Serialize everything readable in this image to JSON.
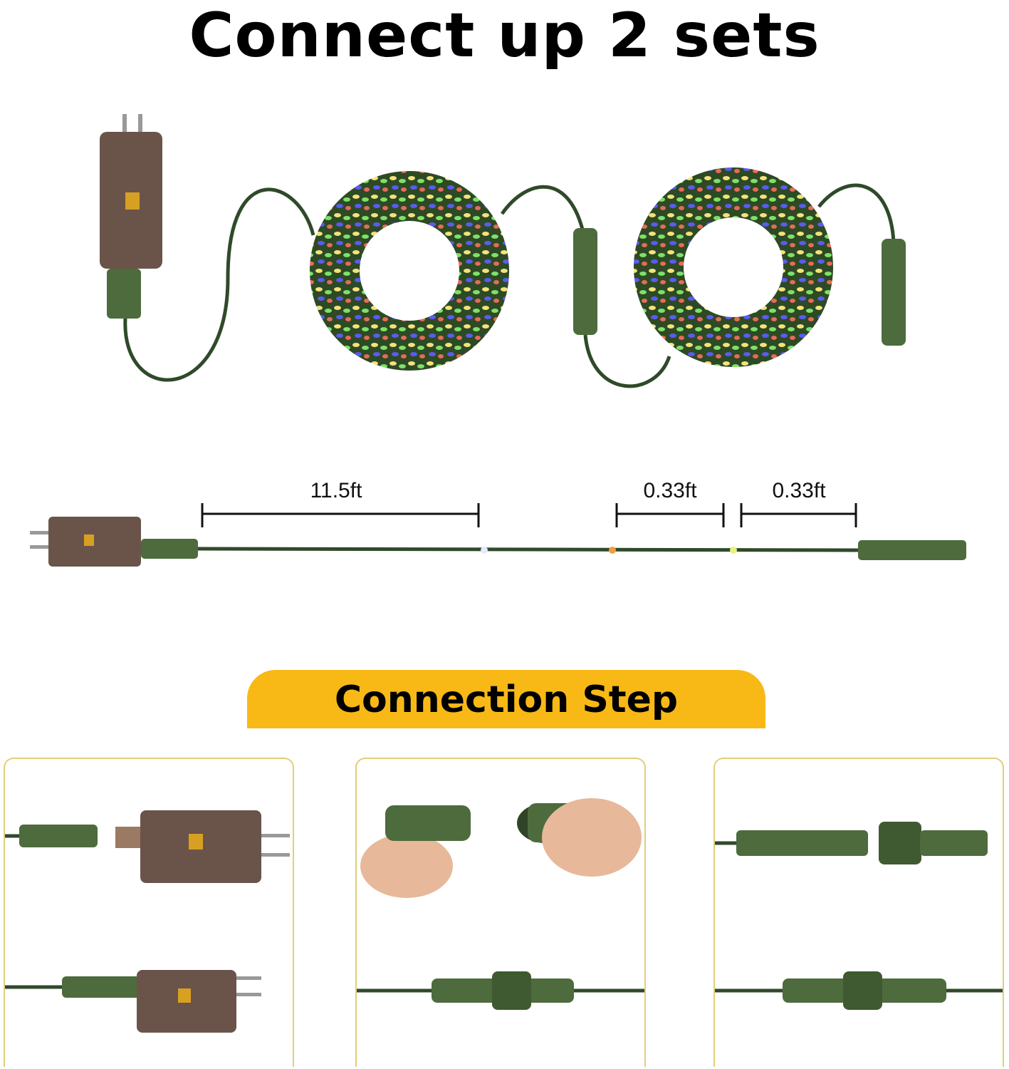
{
  "title": "Connect up 2 sets",
  "dimensions": {
    "lead_wire": "11.5ft",
    "tail_a": "0.33ft",
    "tail_b": "0.33ft"
  },
  "banner": "Connection Step",
  "colors": {
    "banner": "#f8b816",
    "wire": "#2f4a2a",
    "connector": "#4d6b3c",
    "adapter": "#6a544a",
    "panel_border": "#e0cf7a"
  },
  "steps": [
    {
      "name": "plug-adapter"
    },
    {
      "name": "align-connectors"
    },
    {
      "name": "screw-tight"
    }
  ]
}
